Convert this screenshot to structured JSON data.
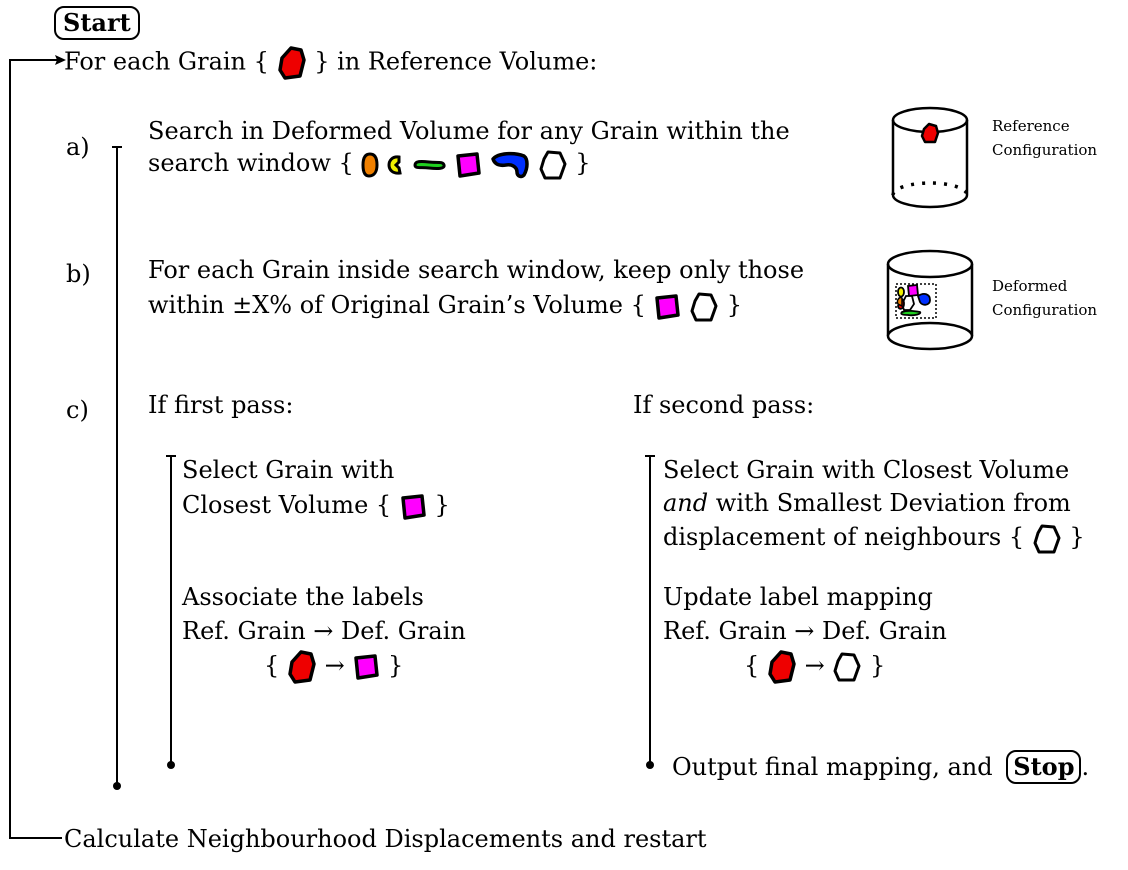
{
  "start_label": "Start",
  "loop_header": {
    "pre": "For each Grain {",
    "post": "} in Reference Volume:"
  },
  "step_a": {
    "label": "a)",
    "line1": "Search in Deformed Volume for any Grain within the",
    "line2_pre": "search window {",
    "line2_post": "}"
  },
  "step_b": {
    "label": "b)",
    "line1": "For each Grain inside search window, keep only those",
    "line2_pre": "within ±X% of Original Grain’s Volume {",
    "line2_post": "}"
  },
  "step_c": {
    "label": "c)",
    "first_pass": {
      "heading": "If first pass:",
      "select_line1": "Select Grain with",
      "select_line2_pre": "Closest Volume {",
      "select_line2_post": "}",
      "assoc_line1": "Associate the labels",
      "assoc_line2": "Ref. Grain → Def. Grain",
      "map_pre": "{",
      "map_arrow": "→",
      "map_post": "}"
    },
    "second_pass": {
      "heading": "If second pass:",
      "select_line1": "Select Grain with Closest Volume",
      "select_line2_italic": "and",
      "select_line2_rest": " with Smallest Deviation from",
      "select_line3_pre": "displacement of neighbours {",
      "select_line3_post": "}",
      "update_line1": "Update label mapping",
      "update_line2": "Ref. Grain → Def. Grain",
      "map_pre": "{",
      "map_arrow": "→",
      "map_post": "}",
      "output_text": "Output final mapping, and",
      "stop_label": "Stop",
      "stop_period": "."
    }
  },
  "reference_config": {
    "line1": "Reference",
    "line2": "Configuration"
  },
  "deformed_config": {
    "line1": "Deformed",
    "line2": "Configuration"
  },
  "loop_footer": "Calculate Neighbourhood Displacements and restart",
  "colors": {
    "red": "#ee0000",
    "orange": "#f08000",
    "yellow": "#f0f000",
    "green": "#20d020",
    "magenta": "#ff00ff",
    "blue": "#0030ff",
    "white": "#ffffff"
  },
  "icons": [
    "red-grain-icon",
    "orange-grain-icon",
    "yellow-grain-icon",
    "green-grain-icon",
    "magenta-grain-icon",
    "blue-grain-icon",
    "white-grain-icon"
  ]
}
